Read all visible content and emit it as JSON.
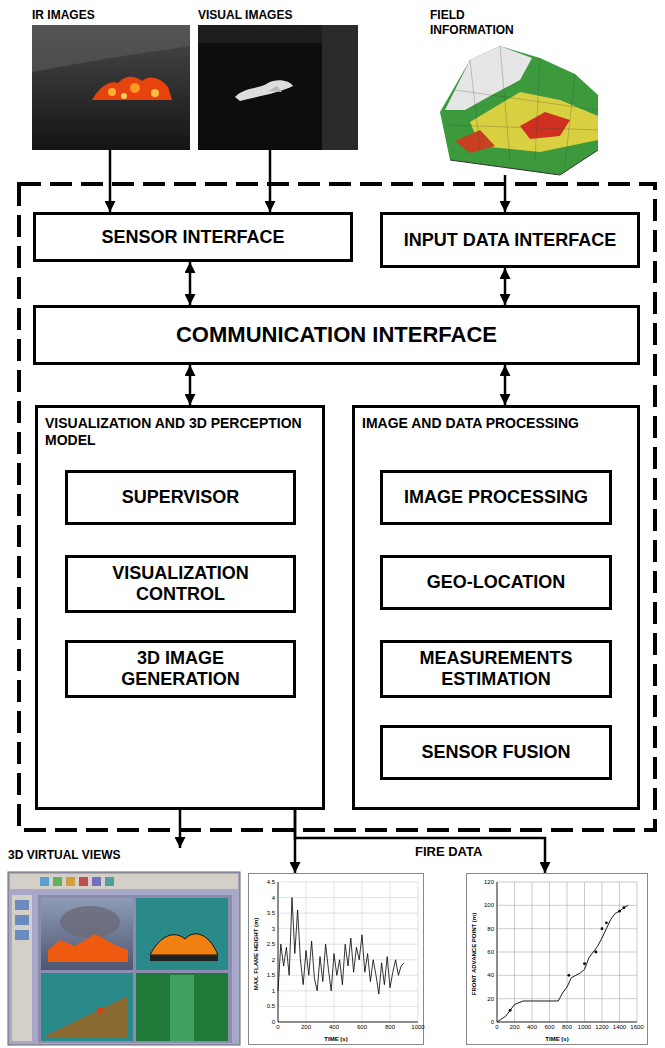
{
  "diagram": {
    "nodes": [
      {
        "text": [
          "IR IMAGES"
        ]
      },
      {
        "text": [
          "VISUAL IMAGES"
        ]
      },
      {
        "text": [
          "FIELD INFORMATION"
        ]
      },
      {
        "text": [
          "SENSOR INTERFACE"
        ]
      },
      {
        "text": [
          "INPUT DATA INTERFACE"
        ]
      },
      {
        "text": [
          "COMMUNICATION INTERFACE"
        ]
      },
      {
        "text": [
          "VISUALIZATION AND 3D PERCEPTION MODEL"
        ]
      },
      {
        "text": [
          "SUPERVISOR"
        ],
        "in": 6
      },
      {
        "text": [
          "VISUALIZATION CONTROL"
        ],
        "in": 6
      },
      {
        "text": [
          "3D IMAGE GENERATION"
        ],
        "in": 6
      },
      {
        "text": [
          "IMAGE AND DATA PROCESSING"
        ]
      },
      {
        "text": [
          "IMAGE PROCESSING"
        ],
        "in": 10
      },
      {
        "text": [
          "GEO-LOCATION"
        ],
        "in": 10
      },
      {
        "text": [
          "MEASUREMENTS ESTIMATION"
        ],
        "in": 10
      },
      {
        "text": [
          "SENSOR FUSION"
        ],
        "in": 10
      },
      {
        "text": [
          "3D VIRTUAL VIEWS"
        ]
      },
      {
        "text": [
          "MAX. FLAME HEIGHT (m)",
          "TIME (s)"
        ]
      },
      {
        "text": [
          "FRONT ADVANCE POINT (m)",
          "TIME (s)"
        ]
      }
    ],
    "edges": [
      {
        "from": 0,
        "to": 3,
        "arrow": "to"
      },
      {
        "from": 1,
        "to": 3,
        "arrow": "to"
      },
      {
        "from": 2,
        "to": 4,
        "arrow": "to"
      },
      {
        "from": 3,
        "to": 5,
        "arrow": "both"
      },
      {
        "from": 4,
        "to": 5,
        "arrow": "both"
      },
      {
        "from": 5,
        "to": 6,
        "arrow": "both"
      },
      {
        "from": 5,
        "to": 10,
        "arrow": "both"
      },
      {
        "from": 6,
        "to": 15,
        "arrow": "to"
      },
      {
        "from": 6,
        "to": 16,
        "arrow": "to"
      },
      {
        "from": 6,
        "to": 17,
        "arrow": "to"
      }
    ],
    "labels": [
      "FIRE DATA",
      "0",
      "0.5",
      "1",
      "1.5",
      "2",
      "2.5",
      "3",
      "3.5",
      "4",
      "4.5",
      "0",
      "200",
      "400",
      "600",
      "800",
      "1000",
      "0",
      "20",
      "40",
      "60",
      "80",
      "100",
      "120",
      "0",
      "200",
      "400",
      "600",
      "800",
      "1000",
      "1200",
      "1400",
      "1600"
    ]
  }
}
